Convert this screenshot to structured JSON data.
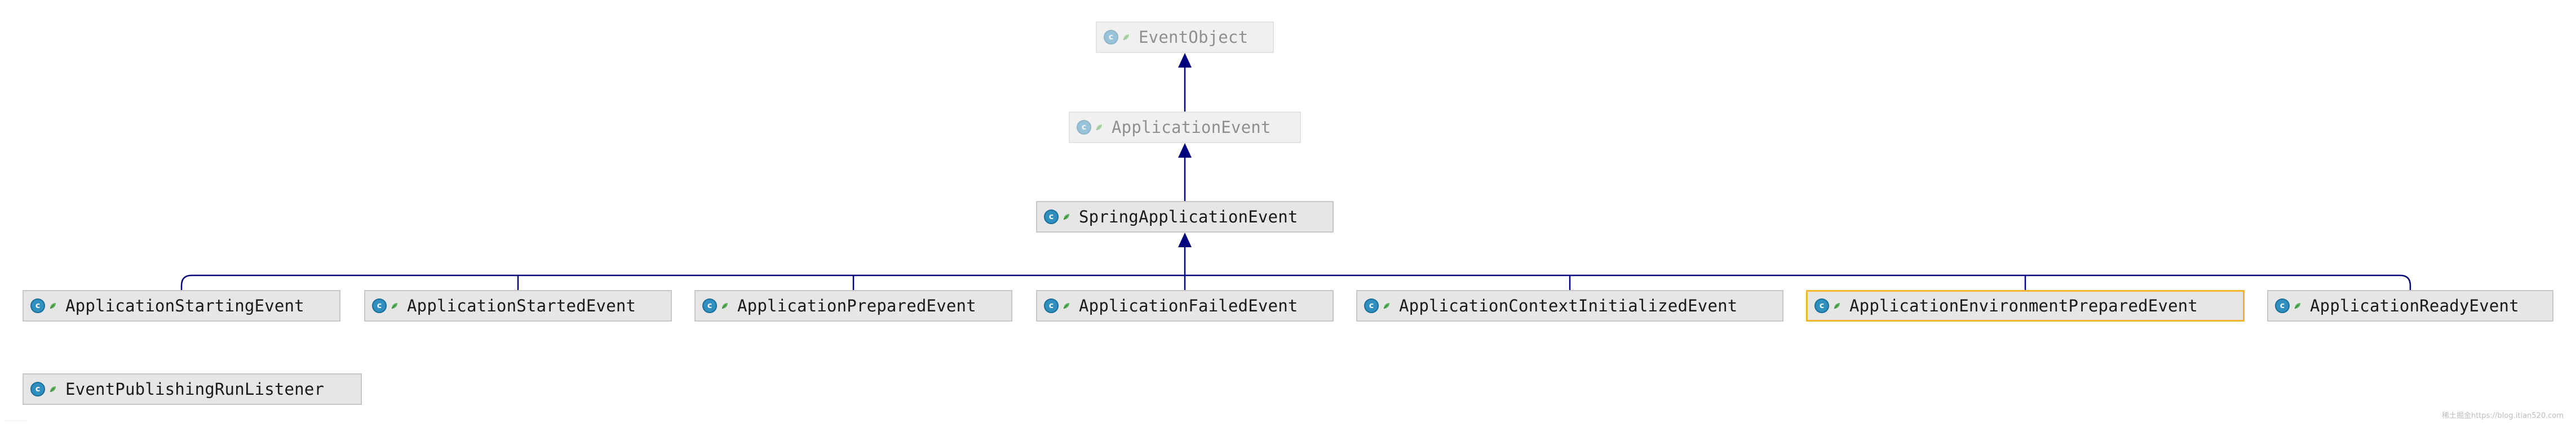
{
  "diagram": {
    "classes": [
      {
        "id": "eventobject",
        "label": "EventObject",
        "icon": "class-icon",
        "modifier_icon": "leaf-icon",
        "state": "dimmed"
      },
      {
        "id": "applicationevent",
        "label": "ApplicationEvent",
        "icon": "class-icon",
        "modifier_icon": "leaf-icon",
        "state": "dimmed"
      },
      {
        "id": "springapplicationevent",
        "label": "SpringApplicationEvent",
        "icon": "class-icon",
        "modifier_icon": "leaf-icon",
        "state": "normal"
      },
      {
        "id": "applicationstartingevent",
        "label": "ApplicationStartingEvent",
        "icon": "class-icon",
        "modifier_icon": "leaf-icon",
        "state": "normal"
      },
      {
        "id": "applicationstartedevent",
        "label": "ApplicationStartedEvent",
        "icon": "class-icon",
        "modifier_icon": "leaf-icon",
        "state": "normal"
      },
      {
        "id": "applicationpreparedevent",
        "label": "ApplicationPreparedEvent",
        "icon": "class-icon",
        "modifier_icon": "leaf-icon",
        "state": "normal"
      },
      {
        "id": "applicationfailedevent",
        "label": "ApplicationFailedEvent",
        "icon": "class-icon",
        "modifier_icon": "leaf-icon",
        "state": "normal"
      },
      {
        "id": "applicationcontextinitializedevent",
        "label": "ApplicationContextInitializedEvent",
        "icon": "class-icon",
        "modifier_icon": "leaf-icon",
        "state": "normal"
      },
      {
        "id": "applicationenvironmentpreparedevent",
        "label": "ApplicationEnvironmentPreparedEvent",
        "icon": "class-icon",
        "modifier_icon": "leaf-icon",
        "state": "selected"
      },
      {
        "id": "applicationreadyevent",
        "label": "ApplicationReadyEvent",
        "icon": "class-icon",
        "modifier_icon": "leaf-icon",
        "state": "normal"
      },
      {
        "id": "eventpublishingrunlistener",
        "label": "EventPublishingRunListener",
        "icon": "class-icon",
        "modifier_icon": "leaf-icon",
        "state": "normal"
      }
    ],
    "icon_letter": "c",
    "edges": [
      {
        "from": "applicationevent",
        "to": "eventobject",
        "relation": "extends"
      },
      {
        "from": "springapplicationevent",
        "to": "applicationevent",
        "relation": "extends"
      },
      {
        "from": "applicationstartingevent",
        "to": "springapplicationevent",
        "relation": "extends"
      },
      {
        "from": "applicationstartedevent",
        "to": "springapplicationevent",
        "relation": "extends"
      },
      {
        "from": "applicationpreparedevent",
        "to": "springapplicationevent",
        "relation": "extends"
      },
      {
        "from": "applicationfailedevent",
        "to": "springapplicationevent",
        "relation": "extends"
      },
      {
        "from": "applicationcontextinitializedevent",
        "to": "springapplicationevent",
        "relation": "extends"
      },
      {
        "from": "applicationenvironmentpreparedevent",
        "to": "springapplicationevent",
        "relation": "extends"
      },
      {
        "from": "applicationreadyevent",
        "to": "springapplicationevent",
        "relation": "extends"
      }
    ]
  },
  "colors": {
    "edge": "#00007f",
    "class_icon": "#2f8fbf",
    "leaf_icon": "#5fb25f",
    "selected_border": "#f3b52f",
    "node_fill": "#e6e6e6"
  },
  "watermark": "稀土掘金https://blog.itian520.com"
}
